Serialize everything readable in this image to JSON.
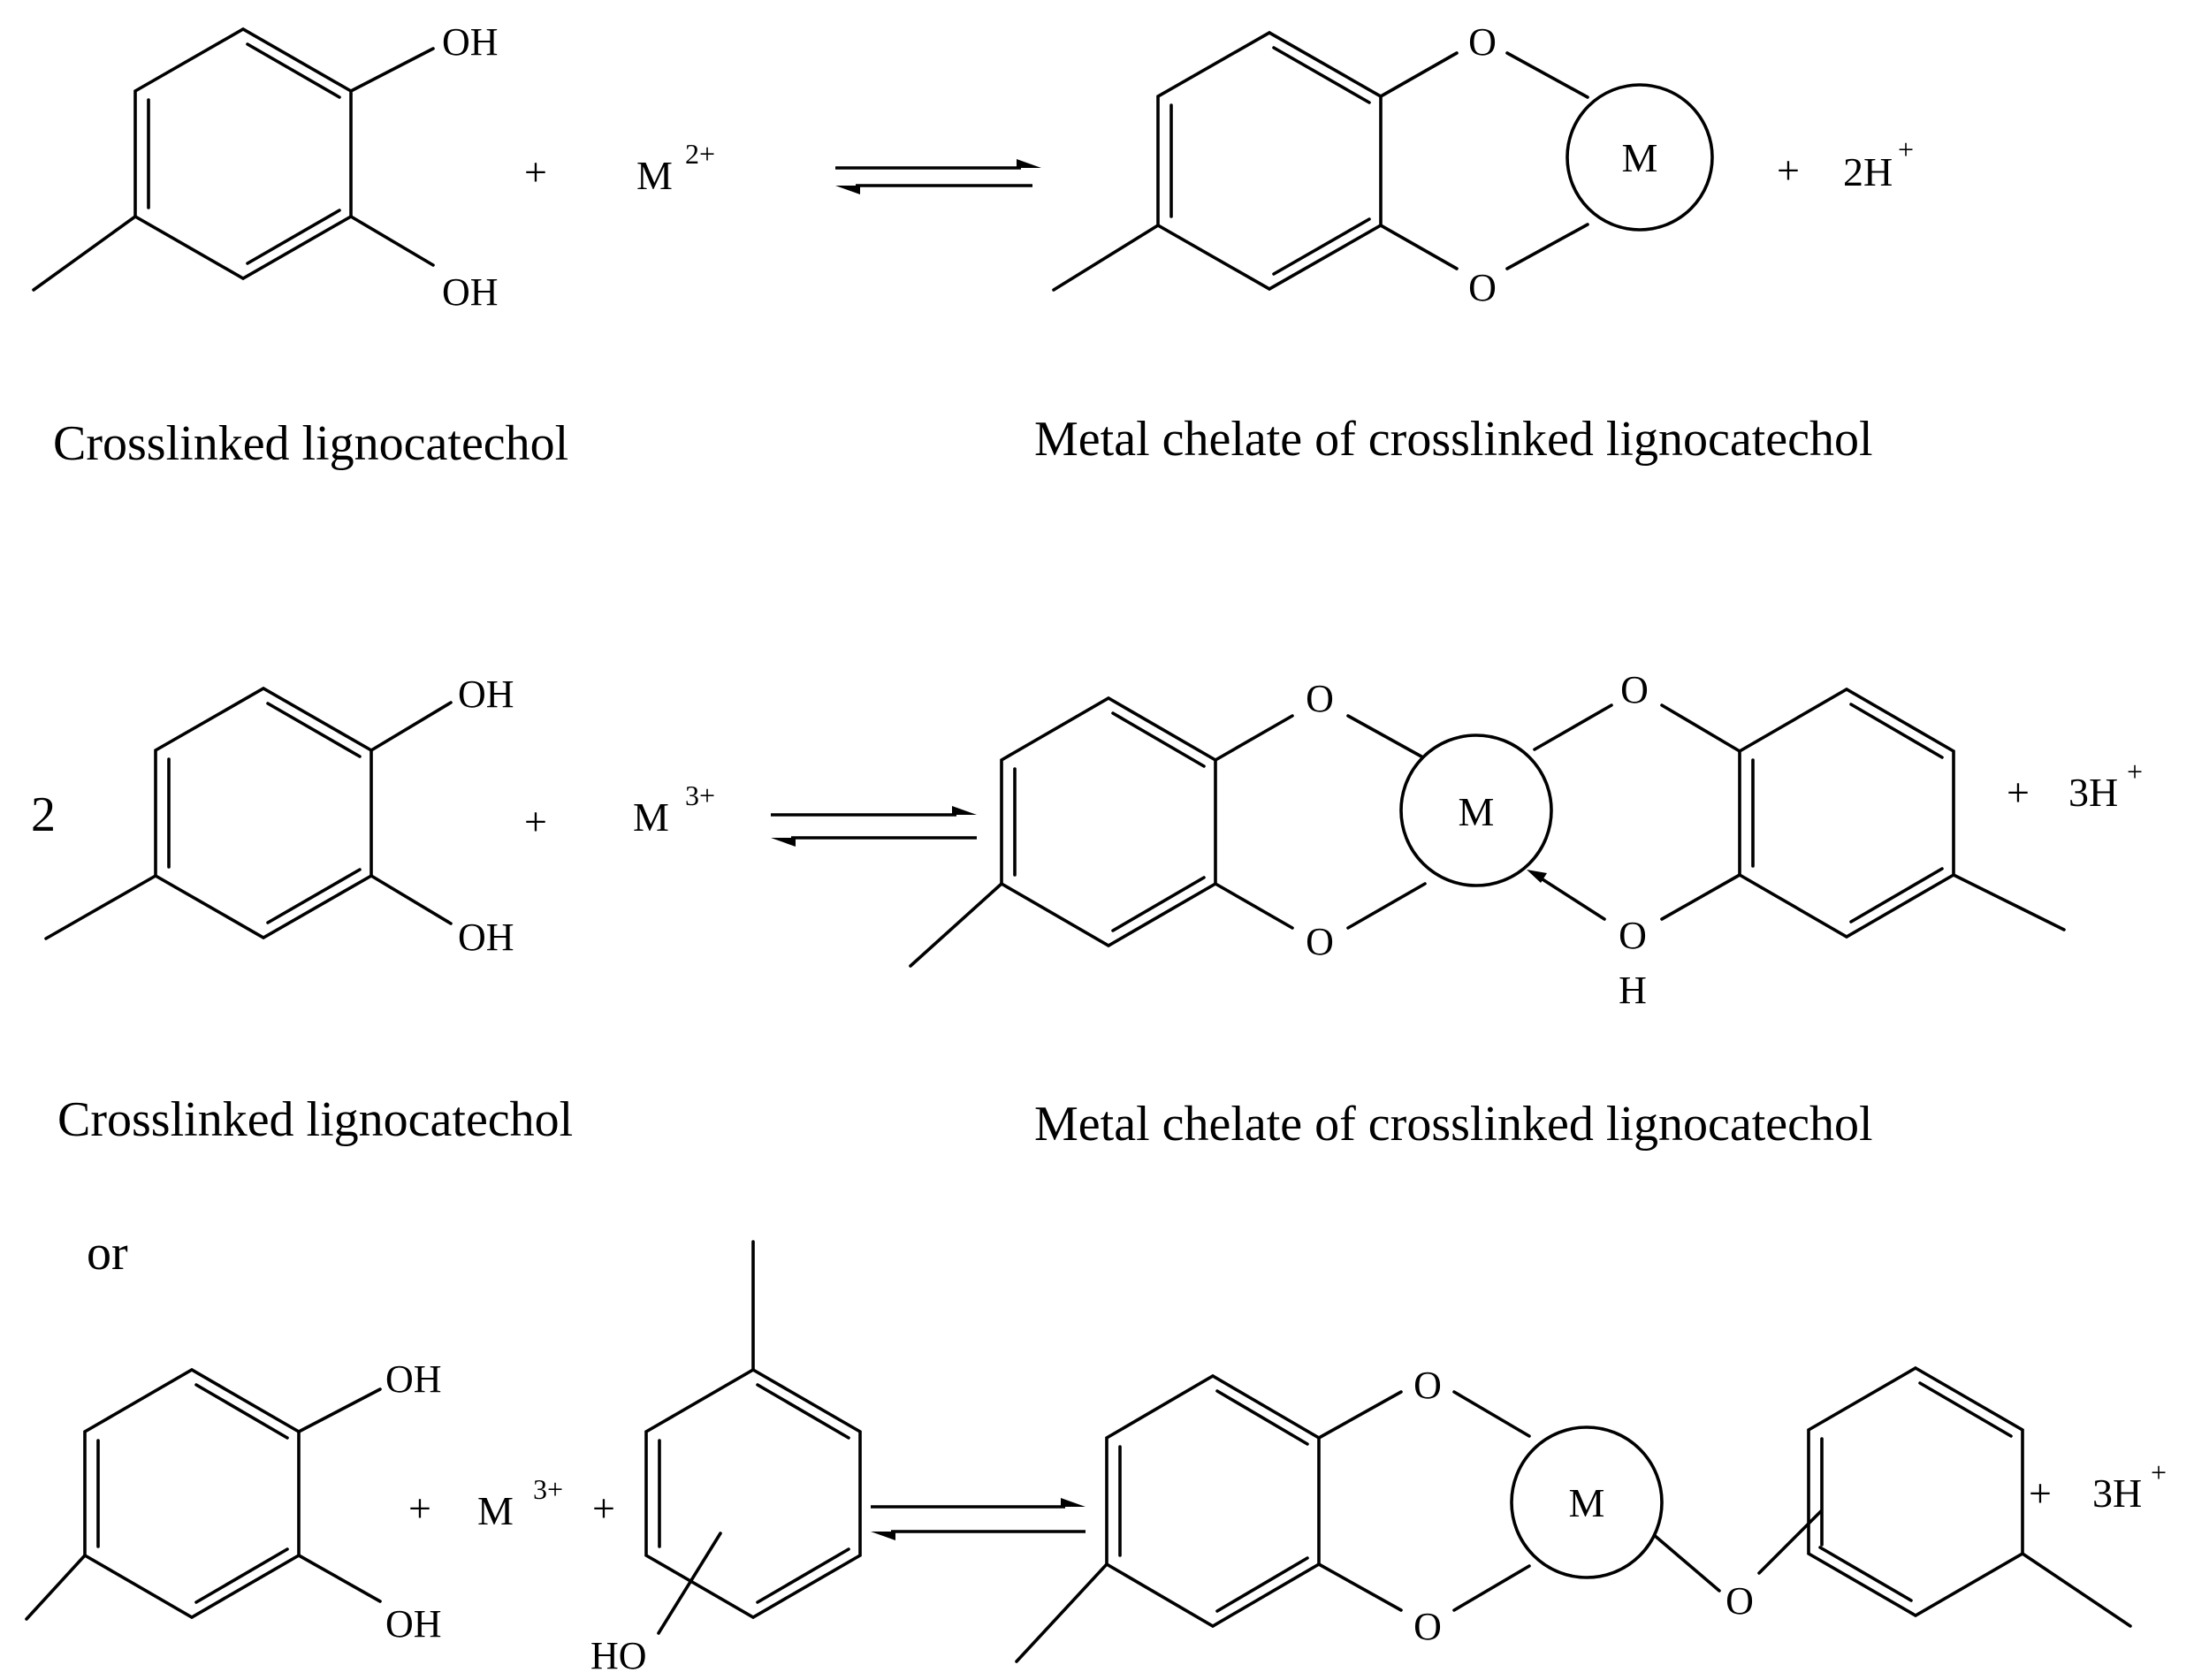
{
  "labels": {
    "oh": "OH",
    "ho": "HO",
    "o": "O",
    "h": "H",
    "metal": "M",
    "plus": "+",
    "two": "2",
    "or": "or",
    "m2plus": "M",
    "m2plus_charge": "2+",
    "m3plus": "M",
    "m3plus_charge": "3+",
    "two_h": "2H",
    "three_h": "3H",
    "h_charge": "+"
  },
  "captions": {
    "reactant": "Crosslinked lignocatechol",
    "product": "Metal chelate of crosslinked lignocatechol"
  }
}
